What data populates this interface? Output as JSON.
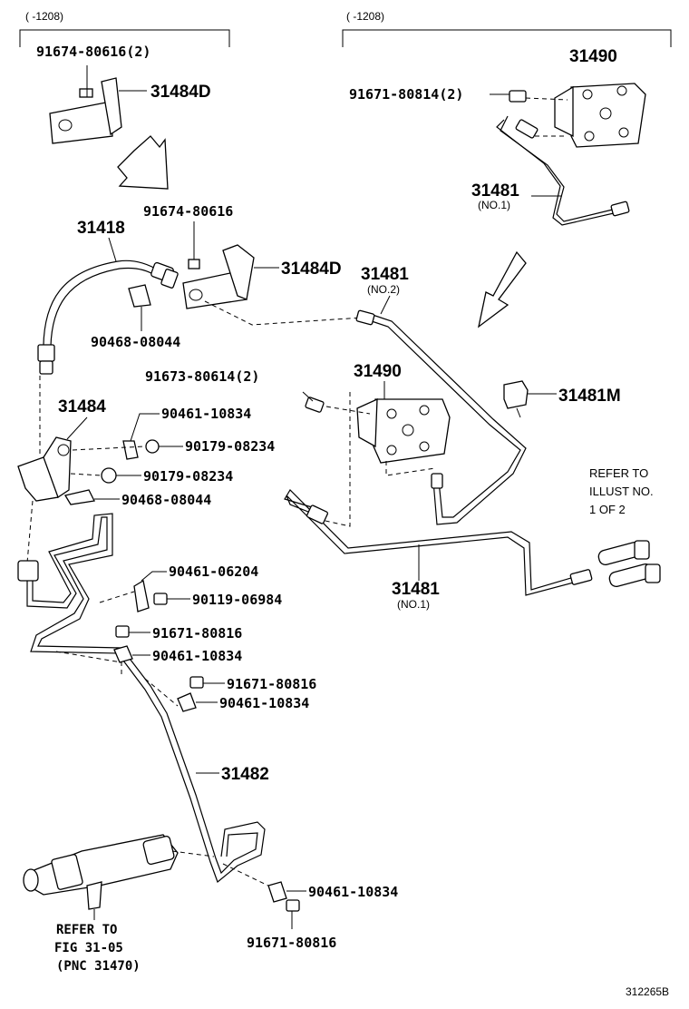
{
  "bracket_left_label": "(       -1208)",
  "bracket_right_label": "(       -1208)",
  "labels": {
    "p91674_80616_2": "91674-80616(2)",
    "p31484D_top": "31484D",
    "p31490_top": "31490",
    "p91671_80814_2": "91671-80814(2)",
    "p31481_top": "31481",
    "p31481_top_sub": "(NO.1)",
    "p91674_80616": "91674-80616",
    "p31418": "31418",
    "p31484D_mid": "31484D",
    "p31481_no2": "31481",
    "p31481_no2_sub": "(NO.2)",
    "p90468_08044_a": "90468-08044",
    "p91673_80614_2": "91673-80614(2)",
    "p31490_mid": "31490",
    "p31481M": "31481M",
    "p31484": "31484",
    "p90461_10834_a": "90461-10834",
    "p90179_08234_a": "90179-08234",
    "p90179_08234_b": "90179-08234",
    "p90468_08044_b": "90468-08044",
    "p31481_mid": "31481",
    "p31481_mid_sub": "(NO.1)",
    "p90461_06204": "90461-06204",
    "p90119_06984": "90119-06984",
    "p91671_80816_a": "91671-80816",
    "p90461_10834_b": "90461-10834",
    "p91671_80816_b": "91671-80816",
    "p90461_10834_c": "90461-10834",
    "p31482": "31482",
    "p90461_10834_d": "90461-10834",
    "p91671_80816_c": "91671-80816"
  },
  "refer_illust": [
    "REFER TO",
    "ILLUST NO.",
    "1 OF 2"
  ],
  "refer_fig": [
    "REFER TO",
    "FIG 31-05",
    "(PNC 31470)"
  ],
  "figure_id": "312265B"
}
